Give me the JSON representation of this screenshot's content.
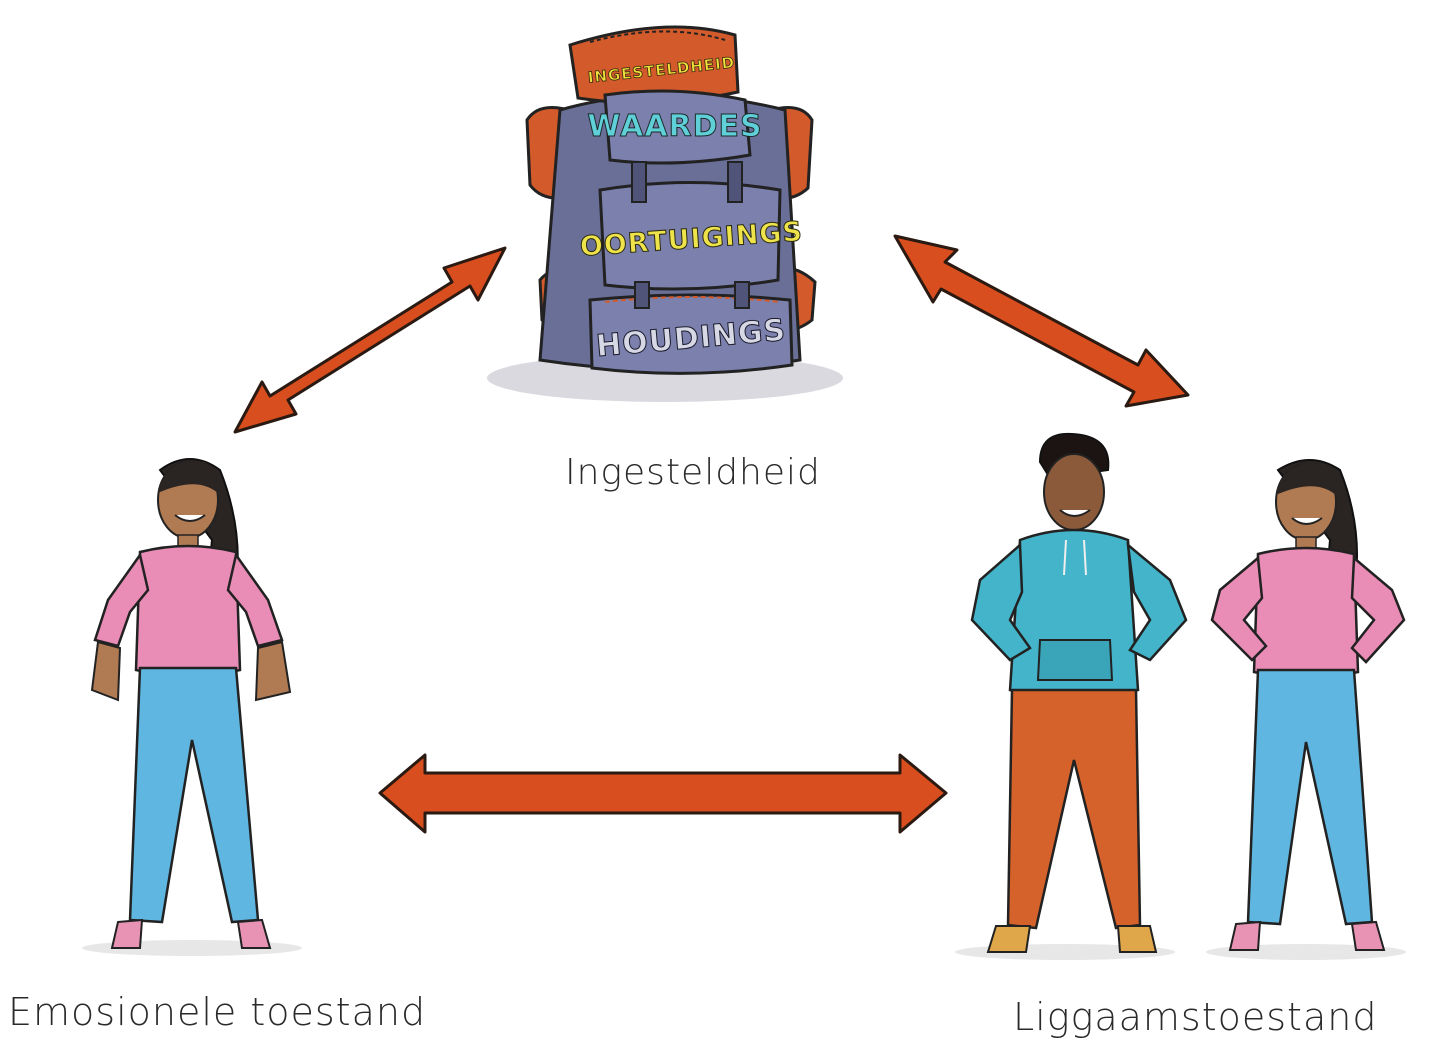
{
  "labels": {
    "top": "Ingesteldheid",
    "left": "Emosionele toestand",
    "right": "Liggaamstoestand"
  },
  "backpack": {
    "lid": "INGESTELDHEID",
    "pocket_top": "WAARDES",
    "pocket_middle": "OORTUIGINGS",
    "pocket_bottom": "HOUDINGS"
  },
  "colors": {
    "arrow": "#d94e1e",
    "backpack_body": "#6a6f98",
    "backpack_trim": "#d25a2b",
    "shirt_pink": "#e98cb6",
    "jeans_blue": "#5fb6e0",
    "hoodie_teal": "#43b4c9",
    "pants_orange": "#d4622a"
  },
  "icons": [
    "backpack-icon",
    "girl-figure-icon",
    "boy-figure-icon",
    "double-arrow-icon"
  ]
}
